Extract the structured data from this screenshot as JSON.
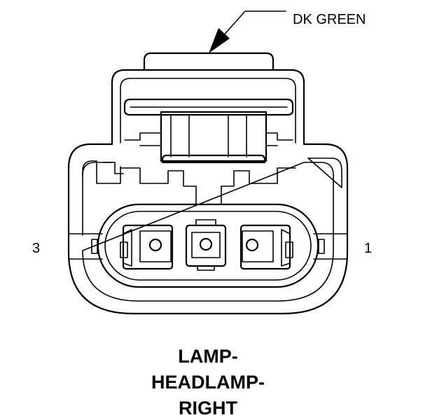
{
  "callout": {
    "wire_color": "DK GREEN"
  },
  "pins": {
    "left_number": "3",
    "right_number": "1"
  },
  "title": {
    "line1": "LAMP-",
    "line2": "HEADLAMP-",
    "line3": "RIGHT"
  }
}
